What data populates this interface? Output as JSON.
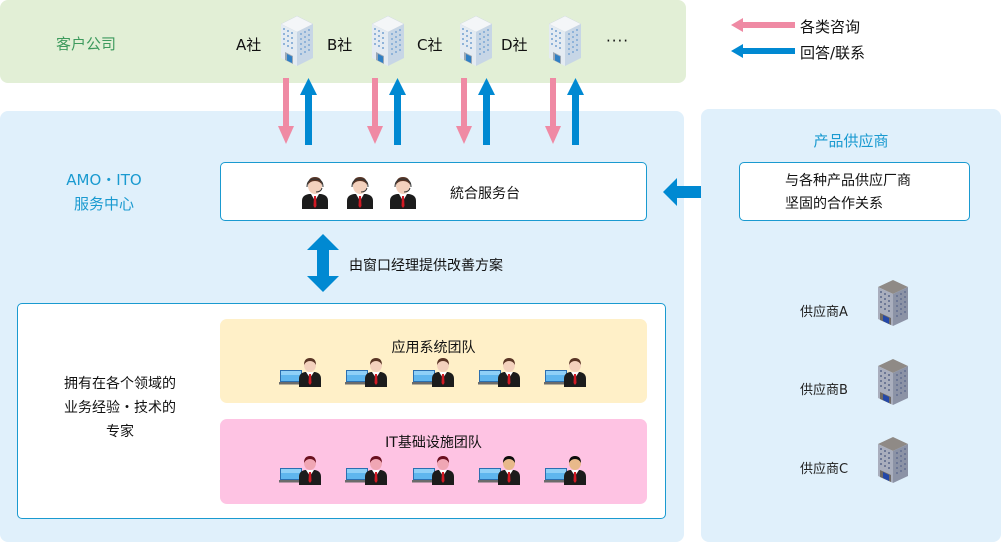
{
  "clients": {
    "label": "客户公司",
    "companies": [
      "A社",
      "B社",
      "C社",
      "D社"
    ],
    "more": "····"
  },
  "legend": {
    "items": [
      {
        "label": "各类咨询",
        "color": "#ef8aa4",
        "icon": "arrow-left-icon"
      },
      {
        "label": "回答/联系",
        "color": "#0089d2",
        "icon": "arrow-left-icon"
      }
    ]
  },
  "service_center": {
    "title_line1": "AMO・ITO",
    "title_line2": "服务中心",
    "helpdesk_label": "統合服务台",
    "improve_label": "由窗口经理提供改善方案"
  },
  "experts": {
    "line1": "拥有在各个领域的",
    "line2": "业务经验・技术的",
    "line3": "专家",
    "teams": [
      {
        "name": "应用系统团队",
        "color": "#fff0c8",
        "members": 5
      },
      {
        "name": "IT基础设施团队",
        "color": "#fec3e3",
        "members": 5
      }
    ]
  },
  "vendors": {
    "title": "产品供应商",
    "relation_line1": "与各种产品供应厂商",
    "relation_line2": "坚固的合作关系",
    "list": [
      "供应商A",
      "供应商B",
      "供应商C"
    ]
  },
  "colors": {
    "inquiry": "#ef8aa4",
    "answer": "#0089d2",
    "accent": "#1a9ad0",
    "client_bg": "#e2efd6",
    "panel_bg": "#e0f0fb"
  }
}
